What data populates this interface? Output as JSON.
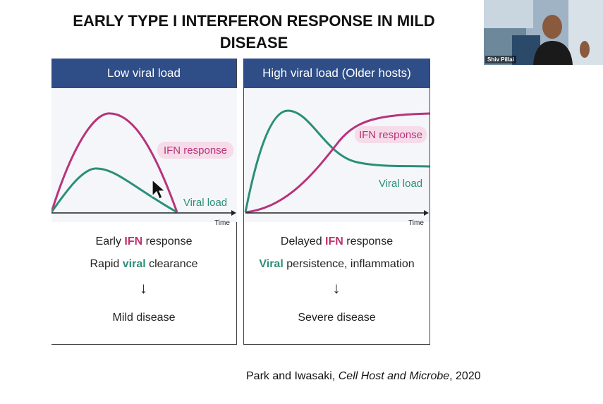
{
  "slide": {
    "title": "EARLY TYPE I INTERFERON RESPONSE IN MILD DISEASE"
  },
  "panels": [
    {
      "header": "Low viral load",
      "ifn_label": "IFN response",
      "viral_label": "Viral load",
      "time_label": "Time",
      "line1": {
        "pre": "Early ",
        "hl": "IFN",
        "post": " response"
      },
      "line2": {
        "pre": "Rapid ",
        "hl": "viral",
        "post": " clearance"
      },
      "arrow": "↓",
      "outcome": "Mild disease"
    },
    {
      "header": "High viral load (Older hosts)",
      "ifn_label": "IFN response",
      "viral_label": "Viral load",
      "time_label": "Time",
      "line1": {
        "pre": "Delayed ",
        "hl": "IFN",
        "post": " response"
      },
      "line2": {
        "pre": "",
        "hl": "Viral",
        "post": " persistence, inflammation"
      },
      "arrow": "↓",
      "outcome": "Severe disease"
    }
  ],
  "citation": {
    "authors": "Park and Iwasaki, ",
    "journal": "Cell Host and Microbe",
    "year": ", 2020"
  },
  "video": {
    "participant_name": "Shiv Pillai"
  },
  "colors": {
    "header_bg": "#2f4d86",
    "ifn_curve": "#b8337a",
    "viral_curve": "#2a8f78",
    "ifn_label_bg": "#f6dbe8"
  }
}
